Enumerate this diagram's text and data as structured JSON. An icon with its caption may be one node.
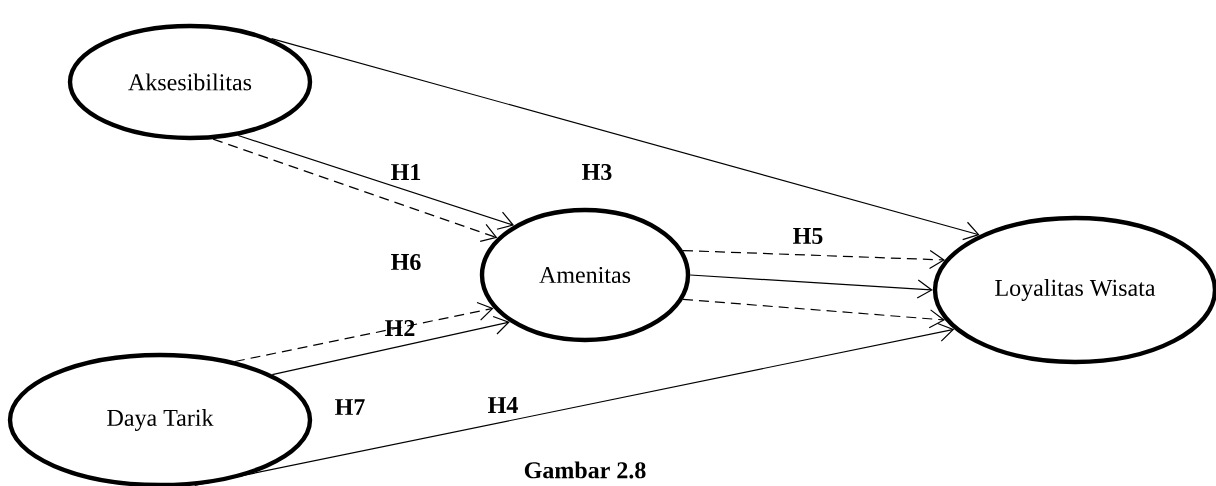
{
  "diagram": {
    "caption": "Gambar 2.8",
    "nodes": [
      {
        "text": [
          "Aksesibilitas"
        ]
      },
      {
        "text": [
          "Amenitas"
        ]
      },
      {
        "text": [
          "Loyalitas Wisata"
        ]
      },
      {
        "text": [
          "Daya Tarik"
        ]
      }
    ],
    "edges": [
      {
        "from": 0,
        "to": 2,
        "arrow": "to"
      },
      {
        "from": 0,
        "to": 1,
        "arrow": "to"
      },
      {
        "from": 0,
        "to": 1,
        "arrow": "to",
        "style": "dashed"
      },
      {
        "from": 3,
        "to": 1,
        "arrow": "to",
        "style": "dashed"
      },
      {
        "from": 3,
        "to": 1,
        "arrow": "to"
      },
      {
        "from": 3,
        "to": 2,
        "arrow": "to"
      },
      {
        "from": 1,
        "to": 2,
        "arrow": "to",
        "style": "dashed"
      },
      {
        "from": 1,
        "to": 2,
        "arrow": "to"
      },
      {
        "from": 1,
        "to": 2,
        "arrow": "to",
        "style": "dashed"
      }
    ],
    "labels": [
      "H1",
      "H3",
      "H6",
      "H5",
      "H2",
      "H7",
      "H4"
    ]
  }
}
